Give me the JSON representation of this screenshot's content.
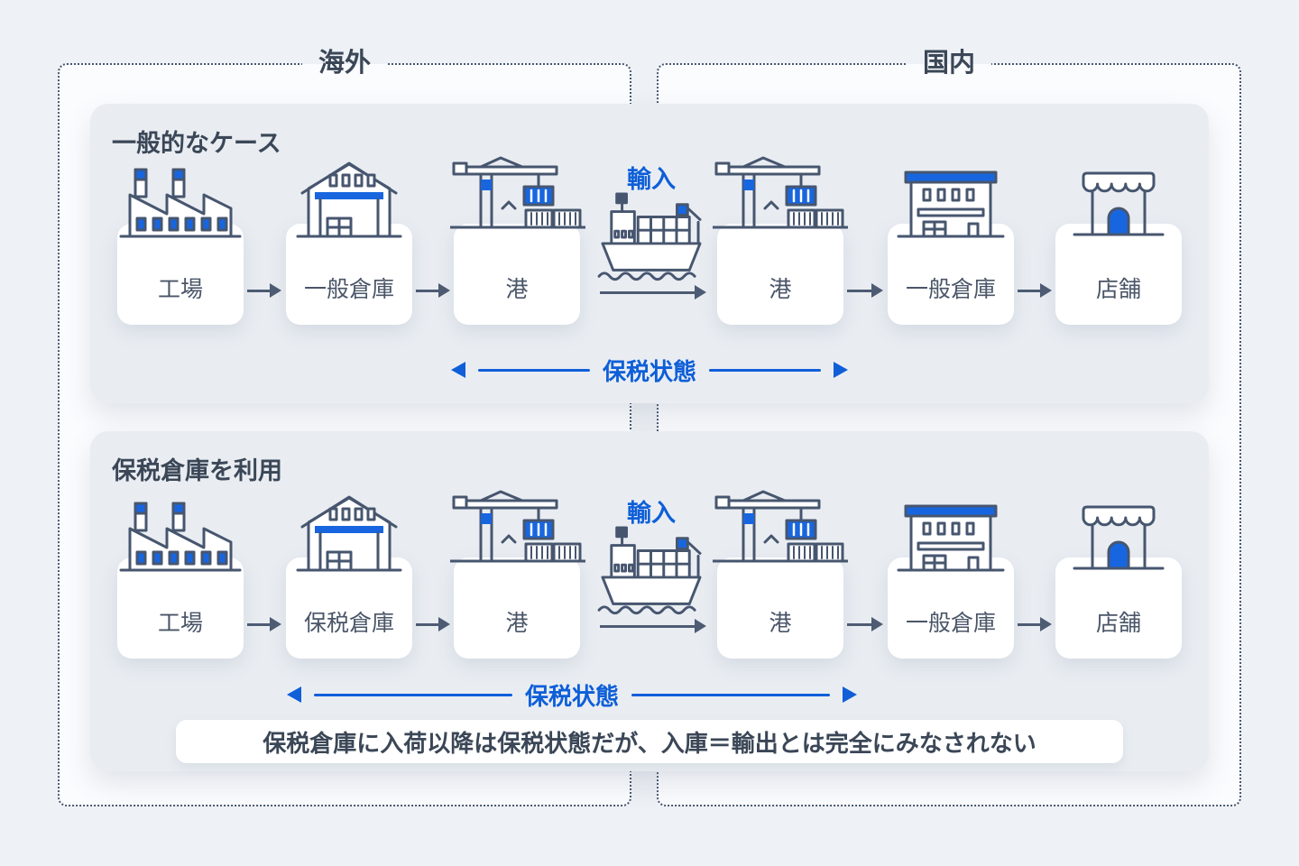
{
  "colors": {
    "accent_blue": "#0e5fd8",
    "icon_blue": "#1766e0",
    "outline_navy": "#47566f",
    "page_bg": "#eef1f5",
    "panel_bg": "#e9edf2",
    "text_dark": "#3b4757"
  },
  "regions": {
    "overseas": "海外",
    "domestic": "国内"
  },
  "panels": [
    {
      "title": "一般的なケース",
      "nodes": [
        {
          "label": "工場",
          "icon": "factory-icon"
        },
        {
          "label": "一般倉庫",
          "icon": "warehouse-gable-icon"
        },
        {
          "label": "港",
          "icon": "port-crane-icon"
        },
        {
          "label": "港",
          "icon": "port-crane-icon"
        },
        {
          "label": "一般倉庫",
          "icon": "warehouse-flat-icon"
        },
        {
          "label": "店舗",
          "icon": "store-icon"
        }
      ],
      "ship_icon": "cargo-ship-icon",
      "import_label": "輸入",
      "bonded_label": "保税状態"
    },
    {
      "title": "保税倉庫を利用",
      "nodes": [
        {
          "label": "工場",
          "icon": "factory-icon"
        },
        {
          "label": "保税倉庫",
          "icon": "warehouse-gable-icon"
        },
        {
          "label": "港",
          "icon": "port-crane-icon"
        },
        {
          "label": "港",
          "icon": "port-crane-icon"
        },
        {
          "label": "一般倉庫",
          "icon": "warehouse-flat-icon"
        },
        {
          "label": "店舗",
          "icon": "store-icon"
        }
      ],
      "ship_icon": "cargo-ship-icon",
      "import_label": "輸入",
      "bonded_label": "保税状態",
      "note": "保税倉庫に入荷以降は保税状態だが、入庫＝輸出とは完全にみなされない"
    }
  ]
}
